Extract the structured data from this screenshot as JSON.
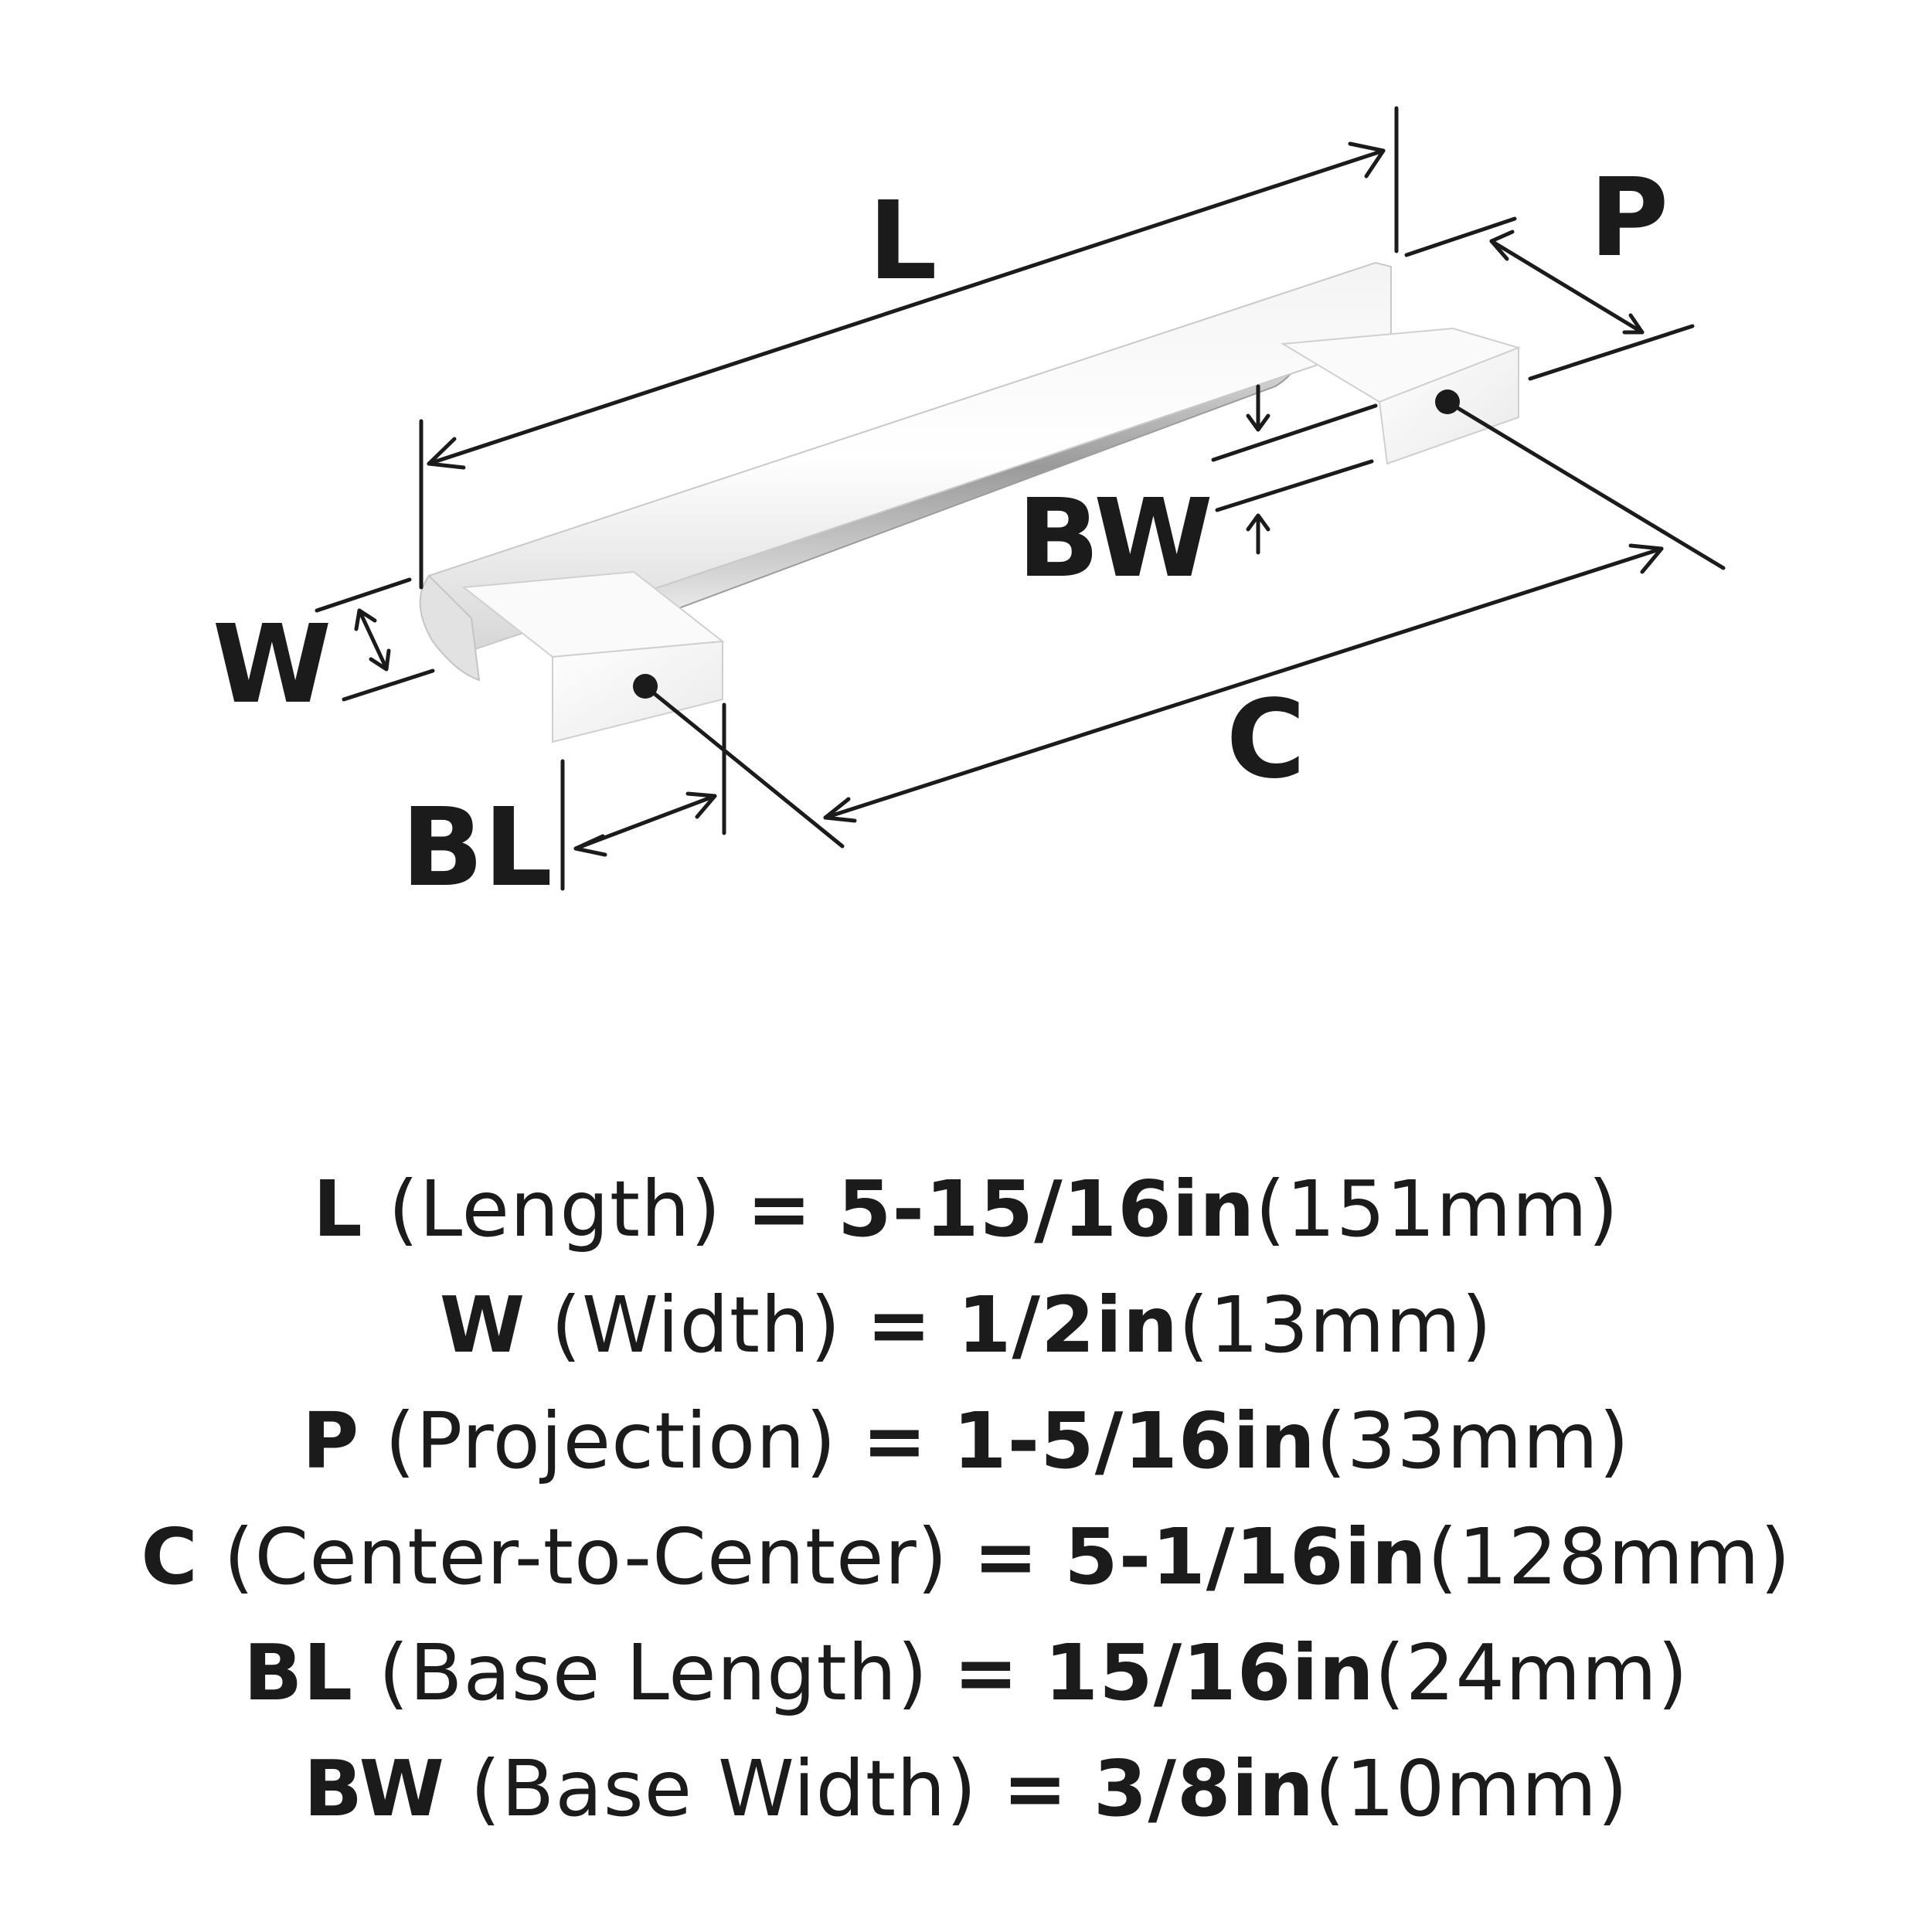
{
  "diagram_labels": {
    "L": "L",
    "P": "P",
    "BW": "BW",
    "W": "W",
    "C": "C",
    "BL": "BL"
  },
  "specs": [
    {
      "code": "L",
      "name": "(Length)",
      "eq": "=",
      "inch": "5-15/16in",
      "mm": "(151mm)"
    },
    {
      "code": "W",
      "name": "(Width)",
      "eq": "=",
      "inch": "1/2in",
      "mm": "(13mm)"
    },
    {
      "code": "P",
      "name": "(Projection)",
      "eq": "=",
      "inch": "1-5/16in",
      "mm": "(33mm)"
    },
    {
      "code": "C",
      "name": "(Center-to-Center)",
      "eq": "=",
      "inch": "5-1/16in",
      "mm": "(128mm)"
    },
    {
      "code": "BL",
      "name": "(Base Length)",
      "eq": "=",
      "inch": "15/16in",
      "mm": "(24mm)"
    },
    {
      "code": "BW",
      "name": "(Base Width)",
      "eq": "=",
      "inch": "3/8in",
      "mm": "(10mm)"
    }
  ]
}
